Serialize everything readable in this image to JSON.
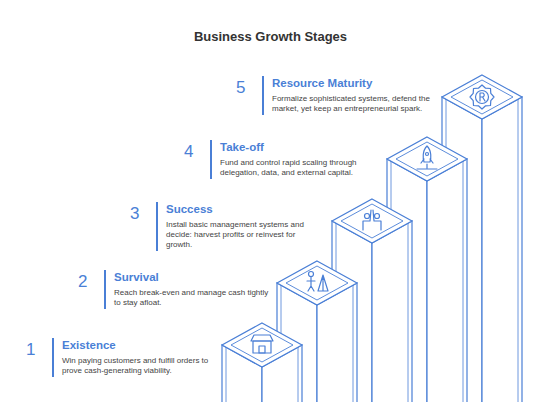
{
  "diagram": {
    "title": "Business Growth Stages",
    "nodes": [
      {
        "text": [
          "1",
          "Existence",
          "Win paying customers and fulfill orders to prove cash-generating viability."
        ]
      },
      {
        "text": [
          "2",
          "Survival",
          "Reach break-even and manage cash tightly to stay afloat."
        ]
      },
      {
        "text": [
          "3",
          "Success",
          "Install basic management systems and decide: harvest profits or reinvest for growth."
        ]
      },
      {
        "text": [
          "4",
          "Take-off",
          "Fund and control rapid scaling through delegation, data, and external capital."
        ]
      },
      {
        "text": [
          "5",
          "Resource Maturity",
          "Formalize sophisticated systems, defend the market, yet keep an entrepreneurial spark."
        ]
      }
    ]
  }
}
